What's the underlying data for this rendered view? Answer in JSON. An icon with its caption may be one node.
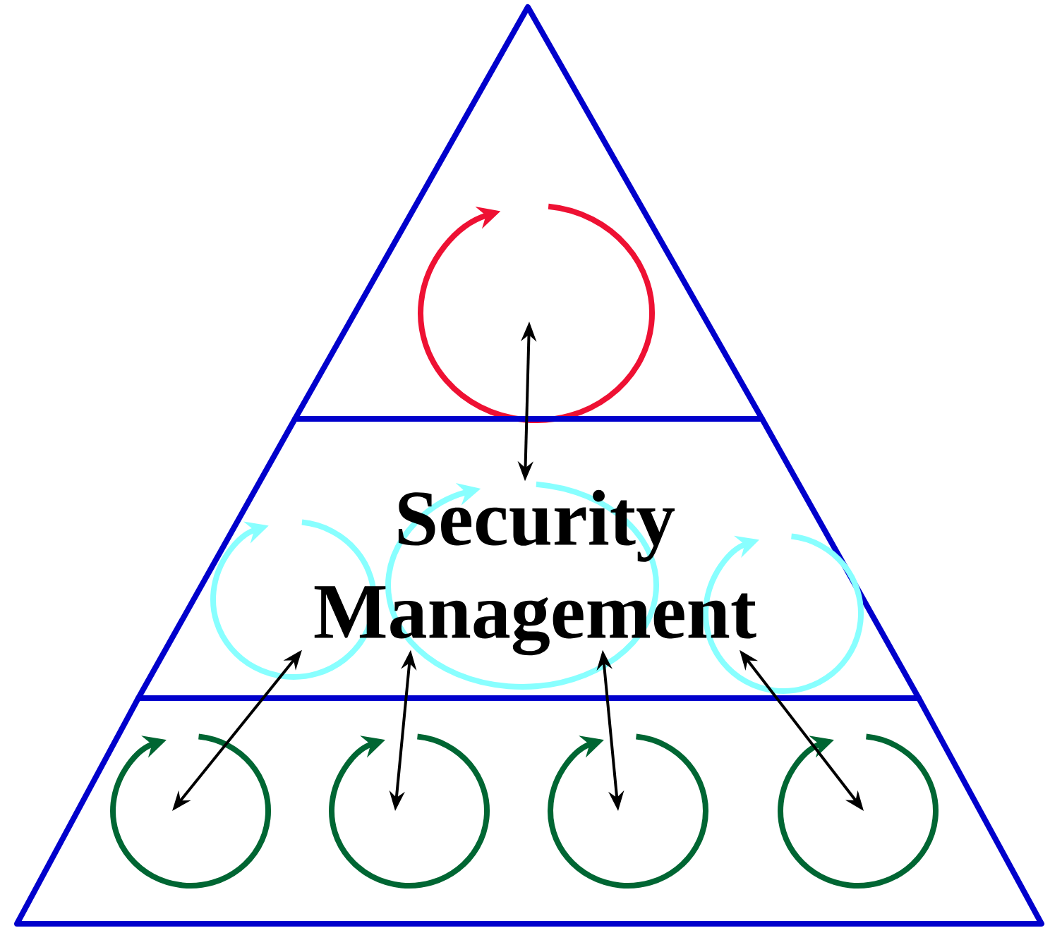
{
  "diagram": {
    "nodes": [
      {
        "text": [],
        "shape": "triangle"
      },
      {
        "text": [],
        "shape": "circle",
        "in": 0
      },
      {
        "text": [
          "Security Management"
        ]
      },
      {
        "text": [],
        "shape": "trapezoid"
      },
      {
        "text": [],
        "shape": "circle",
        "in": 3
      },
      {
        "text": [],
        "shape": "circle",
        "in": 3
      },
      {
        "text": [],
        "shape": "circle",
        "in": 3
      },
      {
        "text": [],
        "shape": "circle",
        "in": 3
      }
    ],
    "edges": [
      {
        "from": 1,
        "to": 2,
        "arrow": "both"
      },
      {
        "from": 2,
        "to": 4,
        "arrow": "both"
      },
      {
        "from": 2,
        "to": 5,
        "arrow": "both"
      },
      {
        "from": 2,
        "to": 6,
        "arrow": "both"
      },
      {
        "from": 2,
        "to": 7,
        "arrow": "both"
      }
    ]
  }
}
